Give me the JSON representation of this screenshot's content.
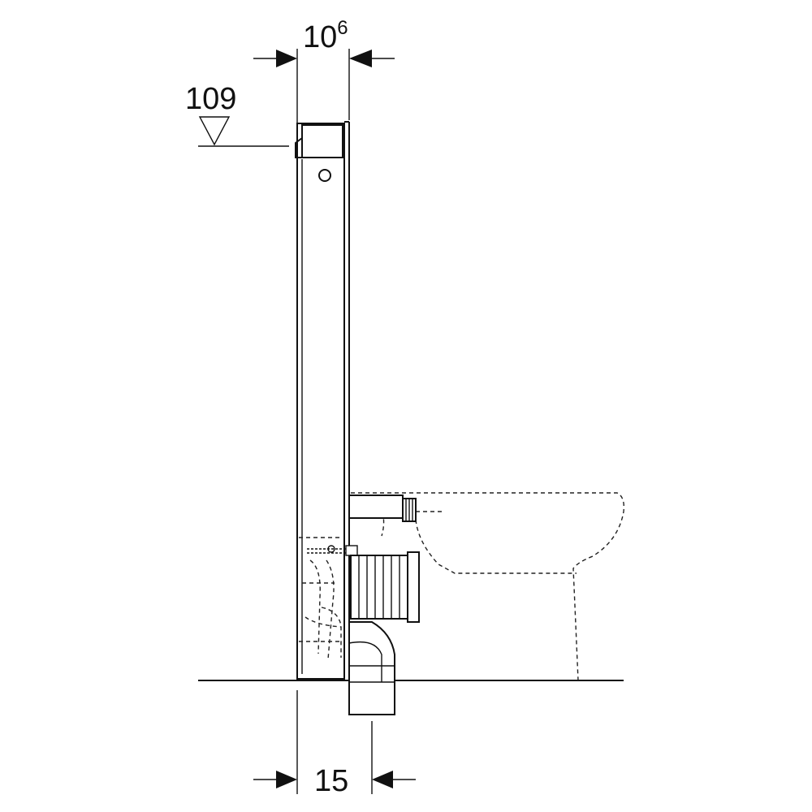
{
  "dimensions": {
    "top_width": {
      "base": "10",
      "superscript": "6"
    },
    "height_mark": "109",
    "bottom_offset": "15"
  },
  "colors": {
    "line": "#111111",
    "background": "#ffffff"
  },
  "icons": {
    "height_marker": "inverted-triangle-level-icon",
    "dimension_arrows": "arrowhead-icon"
  }
}
